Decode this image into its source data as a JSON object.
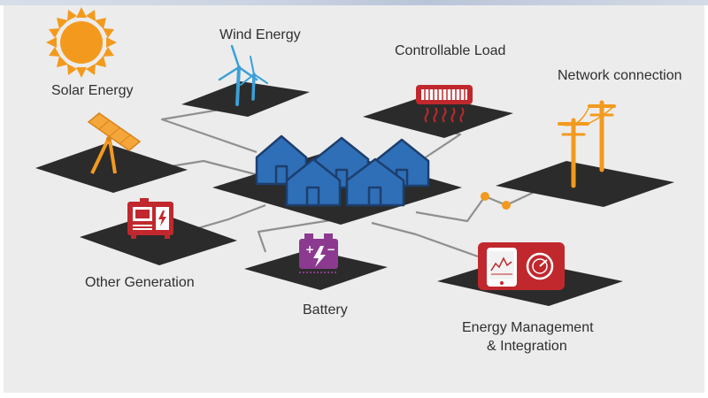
{
  "labels": {
    "solar": "Solar Energy",
    "wind": "Wind Energy",
    "load": "Controllable Load",
    "network": "Network connection",
    "other_generation": "Other Generation",
    "battery": "Battery",
    "ems_line1": "Energy Management",
    "ems_line2": "& Integration"
  },
  "colors": {
    "background": "#ececec",
    "platform": "#2b2b2b",
    "house_blue": "#2f6fb7",
    "house_dark": "#1d3f6e",
    "orange": "#f39a1e",
    "red": "#c0282d",
    "purple": "#8b3a8f",
    "wind_blue": "#3aa0d8",
    "connector": "#8f8f8f"
  },
  "icons": {
    "solar": "sun-icon",
    "solar_panel": "solar-panel-icon",
    "wind": "wind-turbine-icon",
    "load": "heater-icon",
    "network": "power-pole-icon",
    "other_generation": "generator-icon",
    "battery": "battery-icon",
    "ems": "energy-monitor-icon",
    "houses": "house-cluster-icon"
  }
}
